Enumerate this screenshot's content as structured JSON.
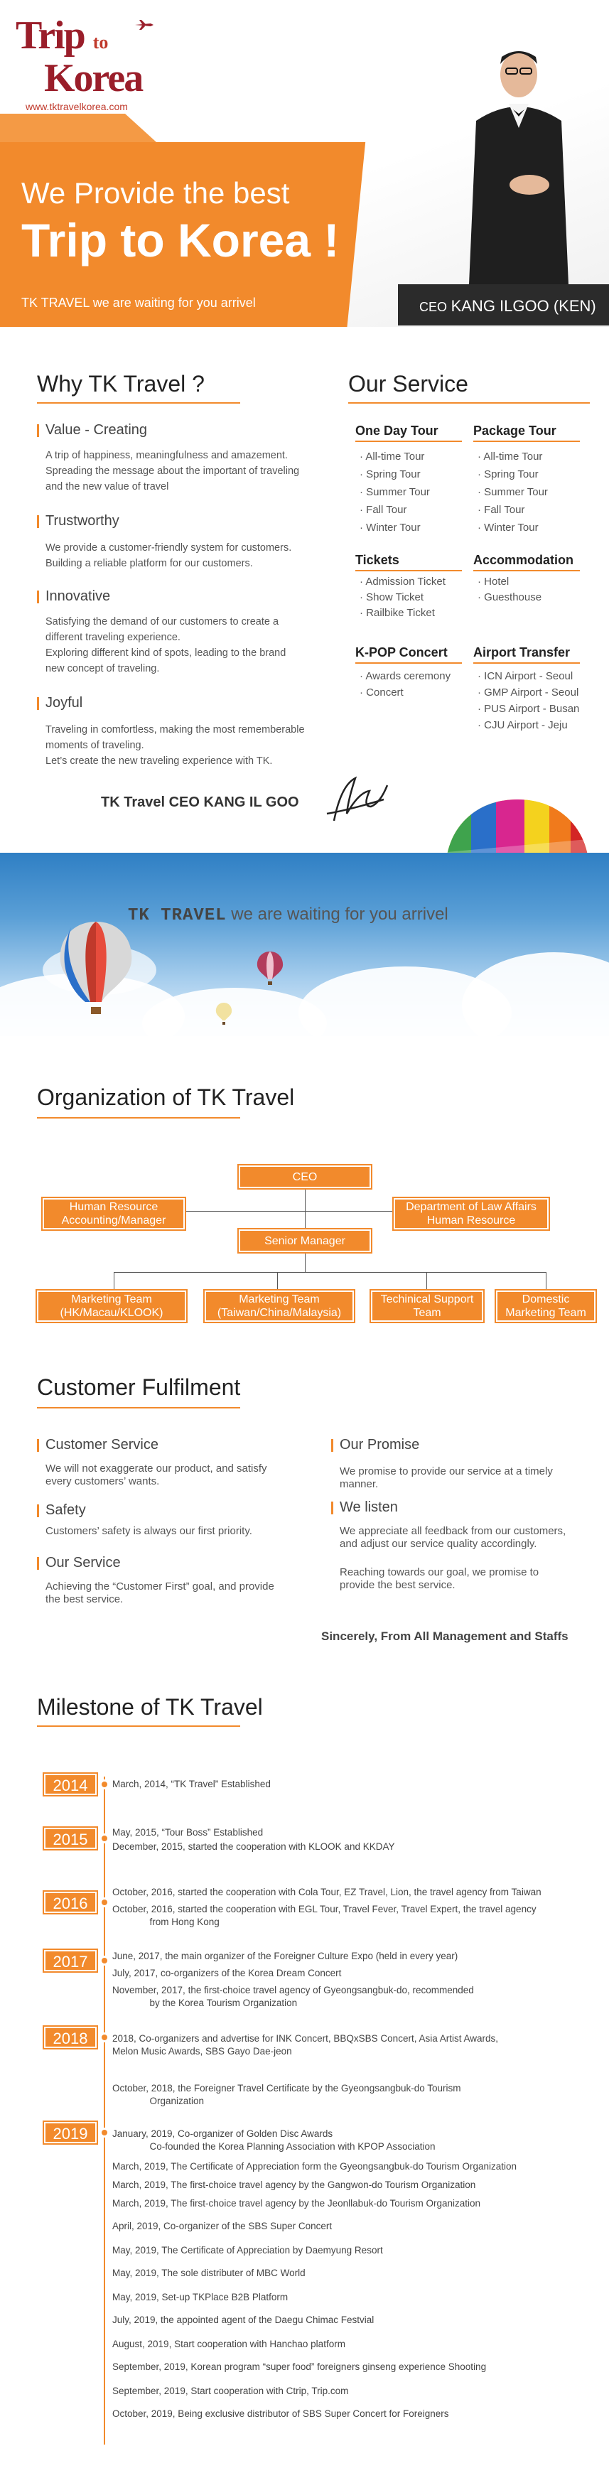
{
  "hero": {
    "logo_line1": "Trip",
    "logo_to": "to",
    "logo_line2": "Korea",
    "logo_url": "www.tktravelkorea.com",
    "tagline1": "We Provide the best",
    "tagline2": "Trip to Korea !",
    "subline": "TK TRAVEL we are waiting for you arrivel",
    "ceo_prefix": "CEO",
    "ceo_name": "KANG ILGOO (KEN)"
  },
  "why": {
    "title": "Why TK Travel ?",
    "items": [
      {
        "title": "Value - Creating",
        "text": "A trip of happiness, meaningfulness and amazement.\nSpreading the message about the important of traveling\nand the new value of travel"
      },
      {
        "title": "Trustworthy",
        "text": "We provide a customer-friendly system for customers.\nBuilding a reliable platform for our customers."
      },
      {
        "title": "Innovative",
        "text": "Satisfying the demand of our customers to create a\ndifferent traveling experience.\nExploring different kind of spots, leading to the brand\nnew concept of traveling."
      },
      {
        "title": "Joyful",
        "text": "Traveling in comfortless, making the most rememberable\nmoments of traveling.\nLet’s create the new traveling experience with TK."
      }
    ],
    "signature_text": "TK Travel CEO KANG IL GOO"
  },
  "service": {
    "title": "Our Service",
    "groups": [
      {
        "head": "One Day Tour",
        "items": [
          "All-time Tour",
          "Spring Tour",
          "Summer Tour",
          "Fall Tour",
          "Winter Tour"
        ]
      },
      {
        "head": "Package Tour",
        "items": [
          "All-time Tour",
          "Spring Tour",
          "Summer Tour",
          "Fall Tour",
          "Winter Tour"
        ]
      },
      {
        "head": "Tickets",
        "items": [
          "Admission Ticket",
          "Show Ticket",
          "Railbike Ticket"
        ]
      },
      {
        "head": "Accommodation",
        "items": [
          "Hotel",
          "Guesthouse"
        ]
      },
      {
        "head": "K-POP Concert",
        "items": [
          "Awards ceremony",
          "Concert"
        ]
      },
      {
        "head": "Airport Transfer",
        "items": [
          "ICN Airport - Seoul",
          "GMP Airport - Seoul",
          "PUS Airport - Busan",
          "CJU Airport - Jeju"
        ]
      }
    ]
  },
  "sky": {
    "brand": "TK TRAVEL",
    "text": "we are waiting for you arrivel"
  },
  "org": {
    "title": "Organization of TK Travel",
    "ceo": "CEO",
    "hr": "Human Resource\nAccounting/Manager",
    "law": "Department of Law Affairs\nHuman Resource",
    "senior": "Senior Manager",
    "teams": [
      "Marketing Team\n(HK/Macau/KLOOK)",
      "Marketing Team\n(Taiwan/China/Malaysia)",
      "Techinical Support\nTeam",
      "Domestic\nMarketing Team"
    ]
  },
  "cf": {
    "title": "Customer Fulfilment",
    "left": [
      {
        "title": "Customer Service",
        "text": "We will not exaggerate our product, and satisfy\nevery customers’ wants."
      },
      {
        "title": "Safety",
        "text": "Customers’ safety is always our first priority."
      },
      {
        "title": "Our Service",
        "text": "Achieving the “Customer First” goal, and provide\nthe best service."
      }
    ],
    "right": [
      {
        "title": "Our Promise",
        "text": "We promise to provide our service at a timely\nmanner."
      },
      {
        "title": "We listen",
        "text": "We appreciate all feedback from our customers,\nand adjust our service quality accordingly."
      },
      {
        "title": "",
        "text": "Reaching towards our goal, we promise to\nprovide the best service."
      }
    ],
    "sincerely": "Sincerely, From All Management and Staffs"
  },
  "milestone": {
    "title": "Milestone of TK Travel",
    "years": [
      "2014",
      "2015",
      "2016",
      "2017",
      "2018",
      "2019"
    ],
    "events": [
      "March, 2014, “TK Travel” Established",
      "May, 2015, “Tour Boss” Established",
      "December, 2015, started the cooperation with KLOOK and KKDAY",
      "October, 2016, started the cooperation with Cola Tour, EZ Travel, Lion, the travel agency from Taiwan",
      "October, 2016, started the cooperation with EGL Tour, Travel Fever, Travel Expert, the travel agency\n              from Hong Kong",
      "June, 2017, the main organizer of the Foreigner Culture Expo (held in every year)",
      "July, 2017, co-organizers of the Korea Dream Concert",
      "November, 2017, the first-choice travel agency of Gyeongsangbuk-do, recommended\n              by the Korea Tourism Organization",
      "2018, Co-organizers and advertise for INK Concert, BBQxSBS Concert, Asia Artist Awards,\nMelon Music Awards, SBS Gayo Dae-jeon",
      "October, 2018, the Foreigner Travel Certificate by the Gyeongsangbuk-do Tourism\n              Organization",
      "January, 2019, Co-organizer of Golden Disc Awards\n              Co-founded the Korea Planning Association with KPOP Association",
      "March, 2019, The Certificate of Appreciation form the Gyeongsangbuk-do Tourism Organization",
      "March, 2019, The first-choice travel agency by the Gangwon-do Tourism Organization",
      "March, 2019, The first-choice travel agency by the Jeonllabuk-do Tourism Organization",
      "April, 2019, Co-organizer of the SBS Super Concert",
      "May, 2019, The Certificate of Appreciation by Daemyung Resort",
      "May, 2019, The sole distributer of MBC World",
      "May, 2019, Set-up TKPlace B2B Platform",
      "July, 2019, the appointed agent of the Daegu Chimac Festvial",
      "August, 2019, Start cooperation with Hanchao platform",
      "September, 2019, Korean program “super food” foreigners ginseng experience Shooting",
      "September, 2019, Start cooperation with Ctrip, Trip.com",
      "October, 2019, Being exclusive distributor of SBS Super Concert for Foreigners"
    ]
  }
}
